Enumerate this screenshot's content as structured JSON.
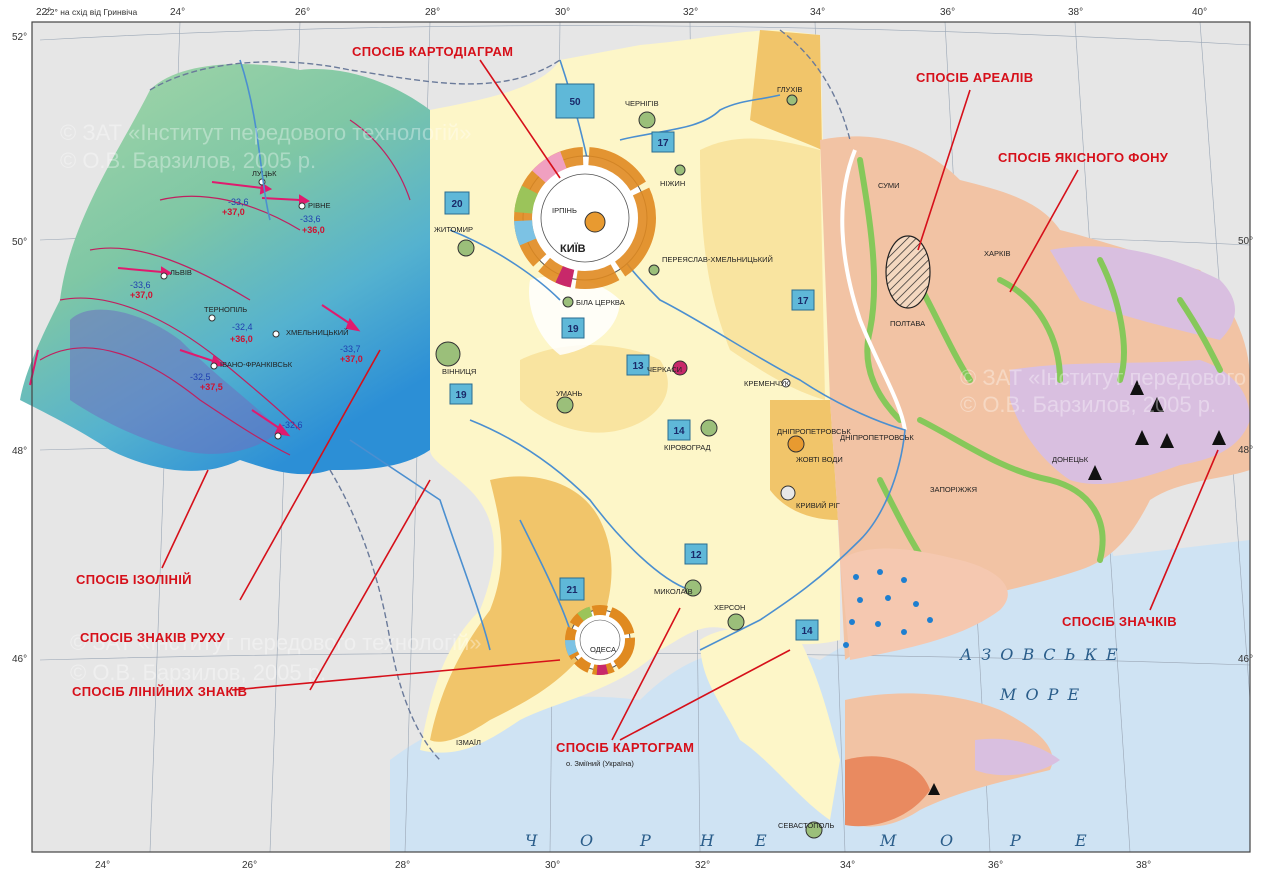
{
  "header": {
    "meridian_note": "22° на схід від Гринвіча"
  },
  "axes": {
    "top_lon": [
      "24°",
      "26°",
      "28°",
      "30°",
      "32°",
      "34°",
      "36°",
      "38°",
      "40°"
    ],
    "bottom_lon": [
      "24°",
      "26°",
      "28°",
      "30°",
      "32°",
      "34°",
      "36°",
      "38°"
    ],
    "lat_left": [
      "52°",
      "50°",
      "48°",
      "46°"
    ],
    "lat_right": [
      "50°",
      "48°",
      "46°"
    ]
  },
  "methods": {
    "cartodiagram": "СПОСІБ КАРТОДІАГРАМ",
    "areal": "СПОСІБ АРЕАЛІВ",
    "quality_bg": "СПОСІБ ЯКІСНОГО ФОНУ",
    "isolines": "СПОСІБ ІЗОЛІНІЙ",
    "movement": "СПОСІБ ЗНАКІВ РУХУ",
    "linear": "СПОСІБ ЛІНІЙНИХ ЗНАКІВ",
    "cartogram": "СПОСІБ КАРТОГРАМ",
    "icons": "СПОСІБ ЗНАЧКІВ"
  },
  "cities": {
    "chernihiv": "ЧЕРНІГІВ",
    "hlukhiv": "ГЛУХІВ",
    "nizhyn": "НІЖИН",
    "sumy": "СУМИ",
    "kharkiv": "ХАРКІВ",
    "zhytomyr": "ЖИТОМИР",
    "kyiv": "КИЇВ",
    "irpin": "ІРПІНЬ",
    "pereiaslav": "ПЕРЕЯСЛАВ-ХМЕЛЬНИЦЬКИЙ",
    "poltava": "ПОЛТАВА",
    "bila_tserkva": "БІЛА ЦЕРКВА",
    "vinnytsia": "ВІННИЦЯ",
    "cherkasy": "ЧЕРКАСИ",
    "uman": "УМАНЬ",
    "kremenchuk": "КРЕМЕНЧУК",
    "kirovohrad": "КІРОВОГРАД",
    "dnipropetrovsk": "ДНІПРОПЕТРОВСЬК",
    "zhovti_vody": "ЖОВТІ ВОДИ",
    "donetsk": "ДОНЕЦЬК",
    "zaporizhzhia": "ЗАПОРІЖЖЯ",
    "kryvyi_rih": "КРИВИЙ РІГ",
    "mykolaiv": "МИКОЛАЇВ",
    "kherson": "ХЕРСОН",
    "odesa": "ОДЕСА",
    "sevastopol": "СЕВАСТОПОЛЬ",
    "lviv": "ЛЬВІВ",
    "rivne": "РІВНЕ",
    "lutsk": "ЛУЦЬК",
    "ternopil": "ТЕРНОПІЛЬ",
    "khmelnytskyi": "ХМЕЛЬНИЦЬКИЙ",
    "ivano_frankivsk": "ІВАНО-ФРАНКІВСЬК",
    "izmail": "ІЗМАЇЛ",
    "zmiinyi": "о. Зміїний (Україна)"
  },
  "sea": {
    "black": [
      "Ч",
      "О",
      "Р",
      "Н",
      "Е",
      "М",
      "О",
      "Р",
      "Е"
    ],
    "azov_1": "А З О В С Ь К Е",
    "azov_2": "М О Р Е"
  },
  "cartogram_values": [
    "50",
    "17",
    "20",
    "19",
    "17",
    "13",
    "19",
    "14",
    "12",
    "21",
    "14"
  ],
  "isoline_values": {
    "rivne": [
      "-33,6",
      "+36,0"
    ],
    "rivne2": "+37,0",
    "lviv": [
      "-33,6",
      "+37,0"
    ],
    "ternopil": [
      "-32,4",
      "+36,0"
    ],
    "khmelnytskyi": [
      "-33,7",
      "+37,0"
    ],
    "ivano": [
      "-32,5",
      "+37,5"
    ],
    "chernivtsi": "-32,6"
  },
  "watermarks": [
    "© ЗАТ «Інститут передового технологій»",
    "© О.В. Барзилов, 2005 р."
  ],
  "colors": {
    "sea": "#cfe3f3",
    "land_outside": "#e6e6e6",
    "center_light": "#fdf6c8",
    "center_mid": "#f9e4a0",
    "center_dark": "#f1c56a",
    "east_pink": "#f2c3a4",
    "east_purple": "#d9bfe0",
    "east_green": "#93cd64",
    "west_green": "#8ecdaa",
    "west_blue": "#3e9ed8",
    "method_red": "#d6101a"
  }
}
